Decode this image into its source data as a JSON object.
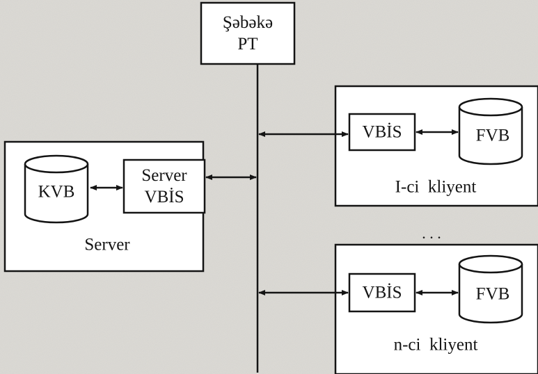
{
  "network": {
    "line1": "Şəbəkə",
    "line2": "PT"
  },
  "server": {
    "title": "Server",
    "db": "KVB",
    "dbms": {
      "line1": "Server",
      "line2": "VBİS"
    }
  },
  "clients": [
    {
      "title": "I-ci  kliyent",
      "dbms": "VBİS",
      "db": "FVB"
    },
    {
      "title": "n-ci  kliyent",
      "dbms": "VBİS",
      "db": "FVB"
    }
  ],
  "ellipsis": ". . ."
}
